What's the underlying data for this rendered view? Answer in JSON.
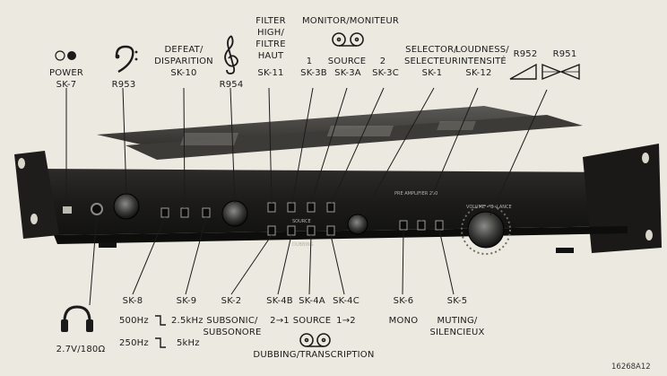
{
  "labels": {
    "power": "POWER",
    "sk7": "SK-7",
    "r953": "R953",
    "defeat1": "DEFEAT/",
    "defeat2": "DISPARITION",
    "sk10": "SK-10",
    "r954": "R954",
    "filter1": "FILTER",
    "filter2": "HIGH/",
    "filter3": "FILTRE",
    "filter4": "HAUT",
    "sk11": "SK-11",
    "monitor": "MONITOR/MONITEUR",
    "one": "1",
    "source": "SOURCE",
    "two": "2",
    "sk3b": "SK-3B",
    "sk3a": "SK-3A",
    "sk3c": "SK-3C",
    "selector1": "SELECTOR/",
    "selector2": "SELECTEUR",
    "sk1": "SK-1",
    "loudness1": "LOUDNESS/",
    "loudness2": "INTENSITÉ",
    "sk12": "SK-12",
    "r952": "R952",
    "r951": "R951",
    "sk8": "SK-8",
    "sk9": "SK-9",
    "hz500": "500Hz",
    "khz25": "2.5kHz",
    "hz250": "250Hz",
    "khz5": "5kHz",
    "sk2": "SK-2",
    "subsonic1": "SUBSONIC/",
    "subsonic2": "SUBSONORE",
    "sk4b": "SK-4B",
    "arrow21": "2→1",
    "sk4a": "SK-4A",
    "source2": "SOURCE",
    "sk4c": "SK-4C",
    "arrow12": "1→2",
    "dubbing": "DUBBING/TRANSCRIPTION",
    "sk6": "SK-6",
    "mono": "MONO",
    "sk5": "SK-5",
    "muting1": "MUTING/",
    "muting2": "SILENCIEUX",
    "headphone": "2.7V/180Ω",
    "figure": "16268A12"
  },
  "icons": [
    "power-switch-icon",
    "bass-clef-icon",
    "treble-clef-icon",
    "tape-reel-icon",
    "headphone-icon",
    "balance-wedge-icon",
    "volume-wedge-icon"
  ]
}
